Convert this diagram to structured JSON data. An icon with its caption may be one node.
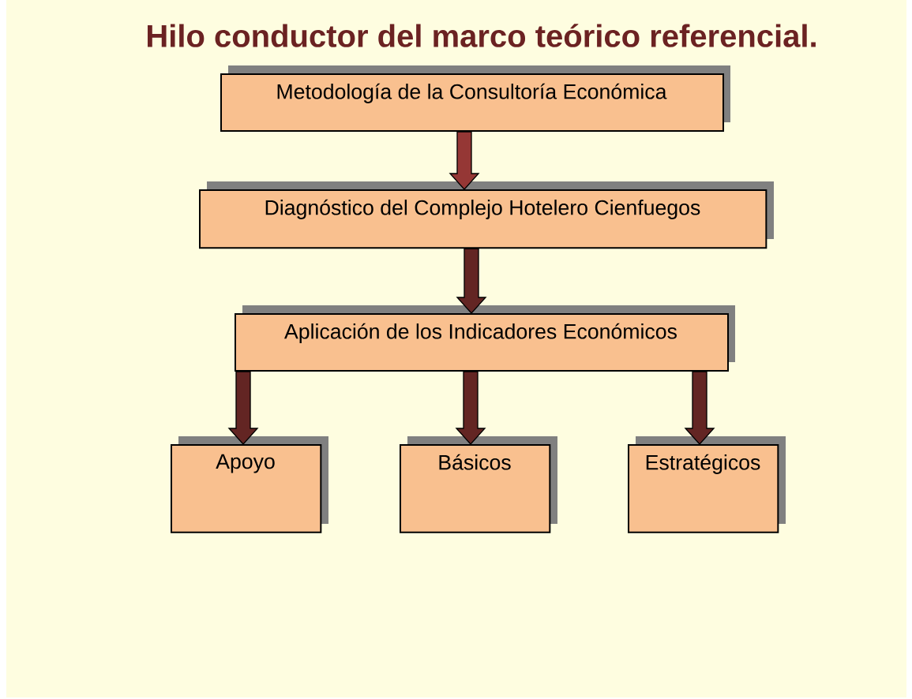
{
  "diagram": {
    "title": "Hilo conductor del marco teórico referencial.",
    "nodes": [
      {
        "text": [
          "Metodología de la Consultoría Económica"
        ]
      },
      {
        "text": [
          "Diagnóstico del Complejo Hotelero Cienfuegos"
        ]
      },
      {
        "text": [
          "Aplicación de los Indicadores Económicos"
        ]
      },
      {
        "text": [
          "Apoyo"
        ]
      },
      {
        "text": [
          "Básicos"
        ]
      },
      {
        "text": [
          "Estratégicos"
        ]
      }
    ],
    "edges": [
      {
        "from": 0,
        "to": 1,
        "arrow": "to",
        "color": "#953735"
      },
      {
        "from": 1,
        "to": 2,
        "arrow": "to"
      },
      {
        "from": 2,
        "to": 3,
        "arrow": "to"
      },
      {
        "from": 2,
        "to": 4,
        "arrow": "to"
      },
      {
        "from": 2,
        "to": 5,
        "arrow": "to"
      }
    ]
  }
}
